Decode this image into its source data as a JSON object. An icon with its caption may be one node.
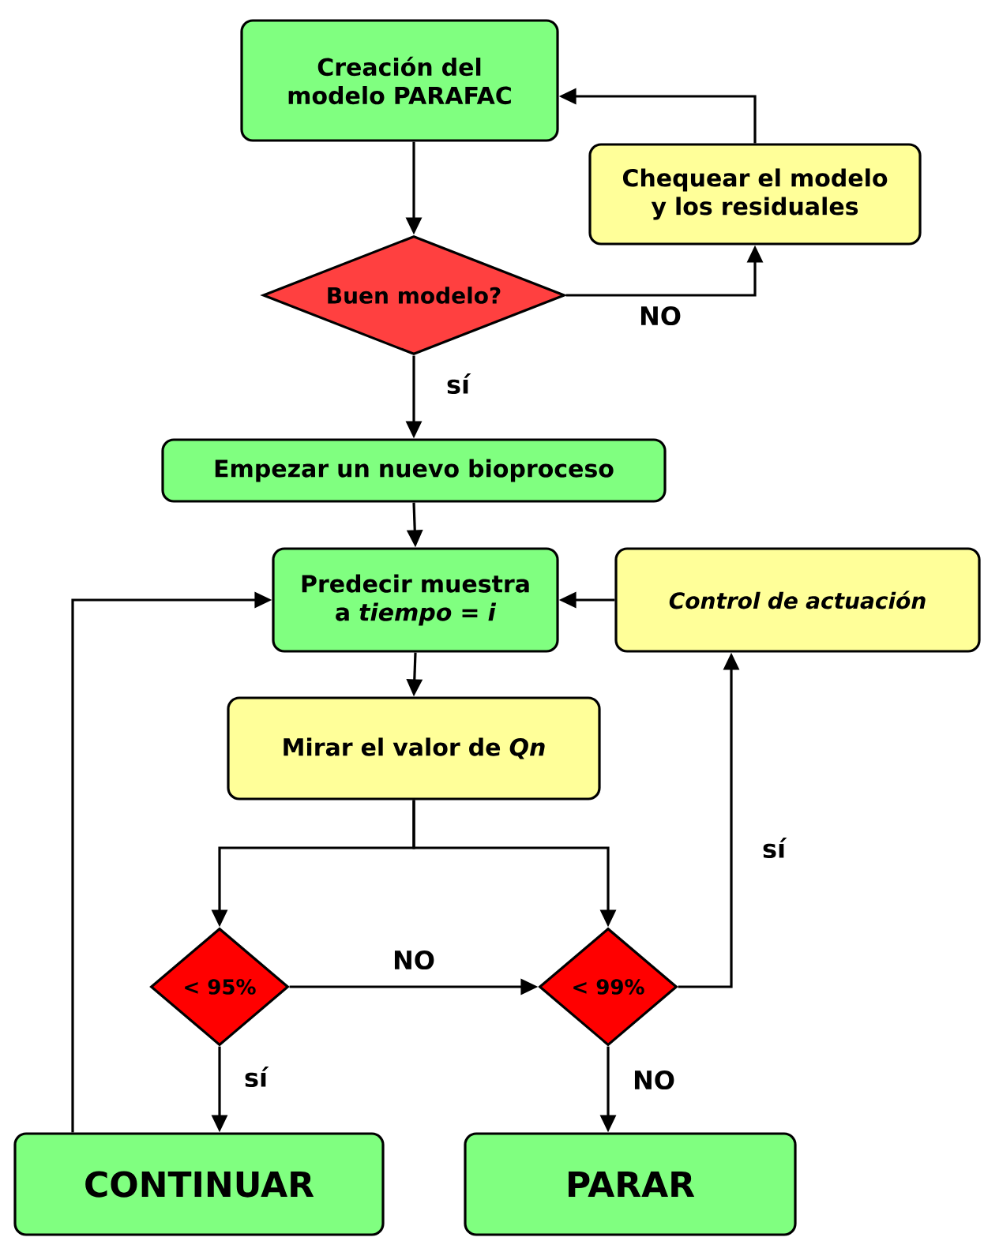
{
  "diagram": {
    "nodes": [
      {
        "text": [
          "Creación del modelo PARAFAC"
        ]
      },
      {
        "text": [
          "Chequear el modelo y los residuales"
        ]
      },
      {
        "text": [
          "Buen modelo?"
        ]
      },
      {
        "text": [
          "Empezar un nuevo bioproceso"
        ]
      },
      {
        "text": [
          "Predecir muestra a *tiempo = i*"
        ]
      },
      {
        "text": [
          "Control de actuación"
        ]
      },
      {
        "text": [
          "Mirar el valor de *Qn*"
        ]
      },
      {
        "text": [
          "< 95%"
        ]
      },
      {
        "text": [
          "< 99%"
        ]
      },
      {
        "text": [
          "CONTINUAR"
        ]
      },
      {
        "text": [
          "PARAR"
        ]
      }
    ],
    "edges": [
      {
        "from": 0,
        "to": 2,
        "arrow": "to"
      },
      {
        "from": 2,
        "to": 1,
        "arrow": "to",
        "label": "NO"
      },
      {
        "from": 1,
        "to": 0,
        "arrow": "to"
      },
      {
        "from": 2,
        "to": 3,
        "arrow": "to",
        "label": "sí"
      },
      {
        "from": 3,
        "to": 4,
        "arrow": "to"
      },
      {
        "from": 5,
        "to": 4,
        "arrow": "to"
      },
      {
        "from": 4,
        "to": 6,
        "arrow": "to"
      },
      {
        "from": 6,
        "to": 7,
        "arrow": "to"
      },
      {
        "from": 6,
        "to": 8,
        "arrow": "to"
      },
      {
        "from": 7,
        "to": 8,
        "arrow": "to",
        "label": "NO"
      },
      {
        "from": 8,
        "to": 5,
        "arrow": "to",
        "label": "sí"
      },
      {
        "from": 7,
        "to": 9,
        "arrow": "to",
        "label": "sí"
      },
      {
        "from": 8,
        "to": 10,
        "arrow": "to",
        "label": "NO"
      },
      {
        "from": 9,
        "to": 4,
        "arrow": "to"
      }
    ]
  }
}
